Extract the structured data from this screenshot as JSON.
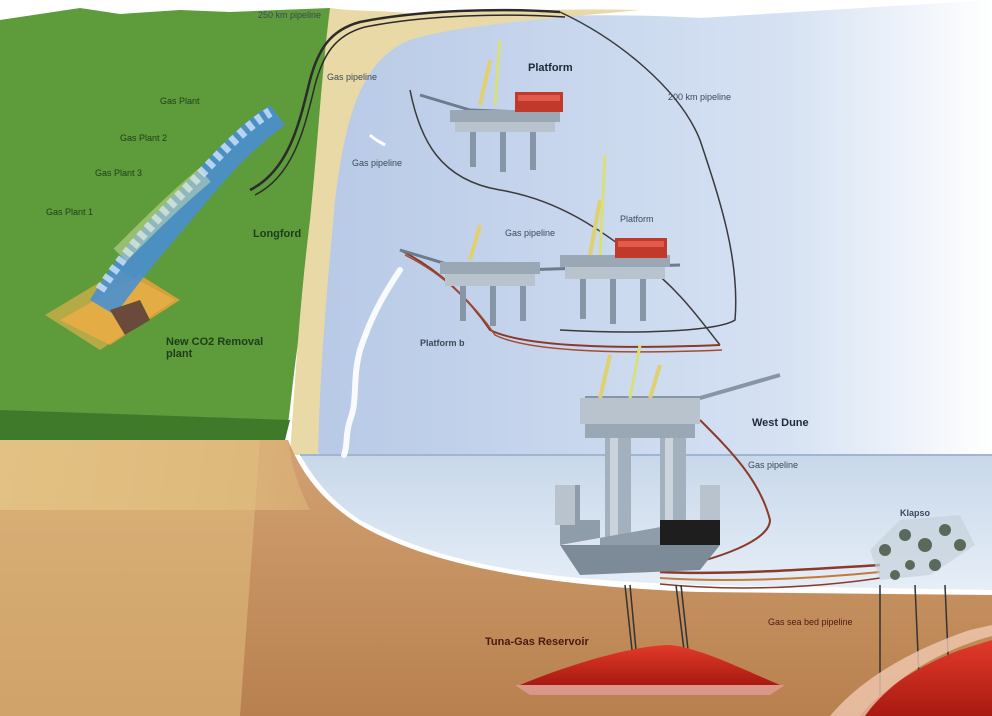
{
  "labels": {
    "pipeline_top": "250 km pipeline",
    "pipeline_shore": "Gas pipeline",
    "pipeline_left": "Gas pipeline",
    "pipeline_right": "200 km pipeline",
    "pipeline_mid": "Gas pipeline",
    "pipeline_well": "Gas pipeline",
    "sub_seabed": "Gas sea bed pipeline",
    "field_top": "Platform",
    "field_mid": "Platform",
    "field_b": "Platform b",
    "field_west": "West Dune",
    "field_north": "Klapso",
    "plant_a": "Gas Plant",
    "plant_b": "Gas Plant 2",
    "plant_c": "Gas Plant 3",
    "plant_d": "Gas Plant 1",
    "plant_e": "Longford",
    "plant_co2": "New CO2 Removal plant",
    "reservoir": "Tuna-Gas Reservoir"
  },
  "colors": {
    "land": "#5e9b3a",
    "sea": "#c9d8ee",
    "seabed": "#c9925d",
    "beach": "#e9d9a6",
    "platform_deck": "#c0392b",
    "pipeline": "#8b3a2a",
    "reservoir": "#cc2222"
  }
}
